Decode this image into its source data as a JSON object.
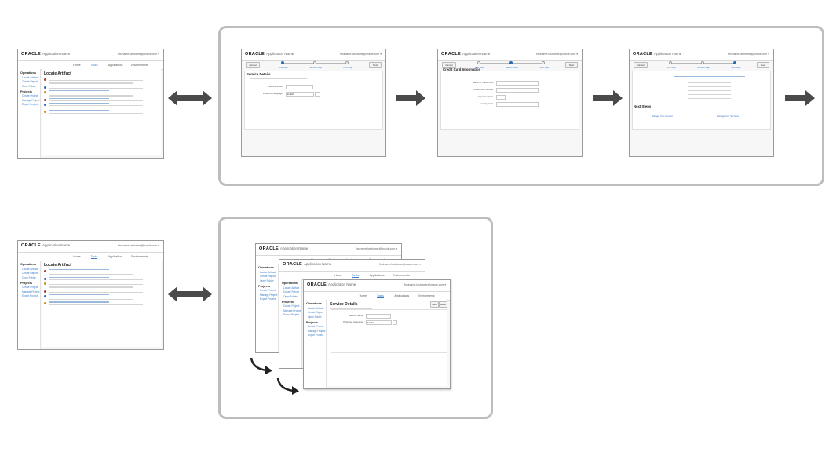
{
  "app": {
    "brand": "ORACLE",
    "app_name": "Application Name",
    "user_email": "firstname.lastname@oracle.com"
  },
  "nav": [
    "Home",
    "Tasks",
    "Applications",
    "Environments"
  ],
  "sidebar": {
    "sections": [
      {
        "heading": "Operations",
        "items": [
          "Locate Artifact",
          "Create Report",
          "Open Folder"
        ]
      },
      {
        "heading": "Projects",
        "items": [
          "Create Project",
          "Manage Project",
          "Export Project"
        ]
      }
    ]
  },
  "list_page": {
    "title": "Locate Artifact"
  },
  "wizard": {
    "cancel_label": "Cancel",
    "next_label": "Next",
    "back_label": "Back",
    "steps": [
      "First Step",
      "Second Step",
      "Third Step"
    ],
    "step1_title": "Service Details",
    "step2_title": "Credit Card Information",
    "step3_section": "Next Steps",
    "step1_fields": [
      "Service Name",
      "Preferred Language"
    ],
    "step1_language": "English",
    "step2_fields": [
      "Name on Credit Card",
      "Credit Card Number",
      "Expiration Date",
      "Security Code"
    ],
    "step3_links": [
      "Manage Your Account",
      "Manage Your Services"
    ]
  },
  "colors": {
    "frame": "#bdbdbd",
    "arrow": "#4a4a4a",
    "accent": "#2d6bb5"
  },
  "icons": {
    "bidirectional": "double-headed-arrow-icon",
    "forward": "right-arrow-icon",
    "stack": "curved-arrow-icon"
  }
}
